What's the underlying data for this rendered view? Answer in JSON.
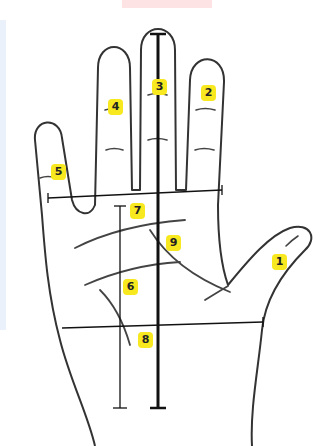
{
  "diagram": {
    "labels": [
      "3",
      "2",
      "4",
      "5",
      "7",
      "9",
      "1",
      "6",
      "8"
    ]
  }
}
